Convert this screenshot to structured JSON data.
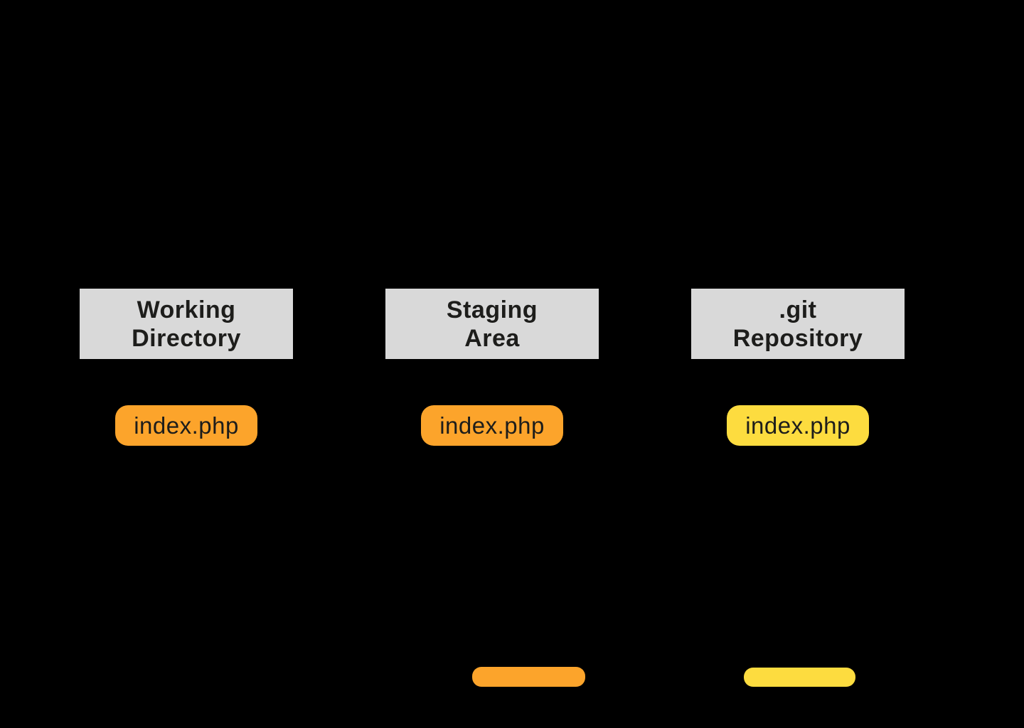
{
  "diagram": {
    "background_color": "#000000",
    "columns": [
      {
        "id": "working-directory",
        "title": "Working\nDirectory",
        "file": {
          "label": "index.php",
          "color": "#FCA42B"
        }
      },
      {
        "id": "staging-area",
        "title": "Staging\nArea",
        "file": {
          "label": "index.php",
          "color": "#FCA42B"
        }
      },
      {
        "id": "git-repository",
        "title": ".git\nRepository",
        "file": {
          "label": "index.php",
          "color": "#FDDC3F"
        }
      }
    ],
    "legend": [
      {
        "id": "orange-swatch",
        "color": "#FCA42B"
      },
      {
        "id": "yellow-swatch",
        "color": "#FDDC3F"
      }
    ],
    "colors": {
      "header_background": "#D9D9D9",
      "text": "#1D1D1B",
      "orange": "#FCA42B",
      "yellow": "#FDDC3F"
    }
  }
}
